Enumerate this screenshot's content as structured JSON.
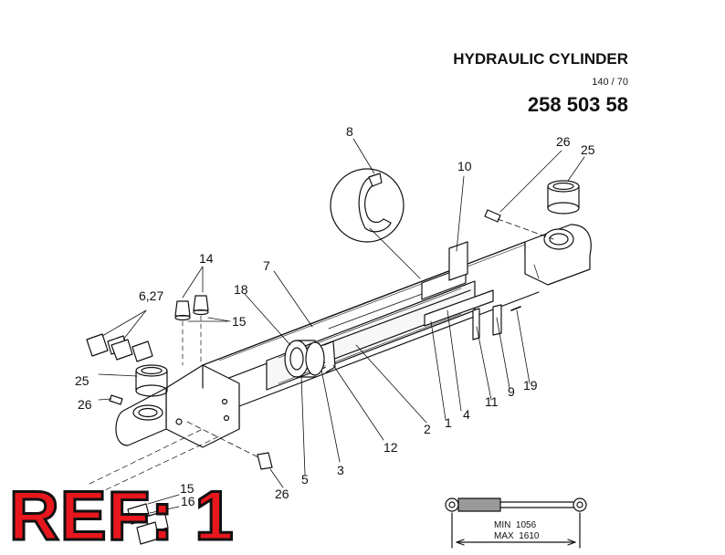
{
  "header": {
    "title": "HYDRAULIC CYLINDER",
    "ratio": "140 / 70",
    "part_number": "258 503 58"
  },
  "callouts": [
    {
      "label": "8"
    },
    {
      "label": "26"
    },
    {
      "label": "25"
    },
    {
      "label": "10"
    },
    {
      "label": "14"
    },
    {
      "label": "7"
    },
    {
      "label": "6,27"
    },
    {
      "label": "18"
    },
    {
      "label": "15"
    },
    {
      "label": "25"
    },
    {
      "label": "26"
    },
    {
      "label": "19"
    },
    {
      "label": "9"
    },
    {
      "label": "11"
    },
    {
      "label": "4"
    },
    {
      "label": "1"
    },
    {
      "label": "2"
    },
    {
      "label": "12"
    },
    {
      "label": "3"
    },
    {
      "label": "5"
    },
    {
      "label": "26"
    },
    {
      "label": "15"
    },
    {
      "label": "16"
    }
  ],
  "stamp": {
    "text": "REF: 1",
    "color": "#e8171d"
  },
  "dimension": {
    "min_label": "MIN",
    "min_value": "1056",
    "max_label": "MAX",
    "max_value": "1610"
  }
}
